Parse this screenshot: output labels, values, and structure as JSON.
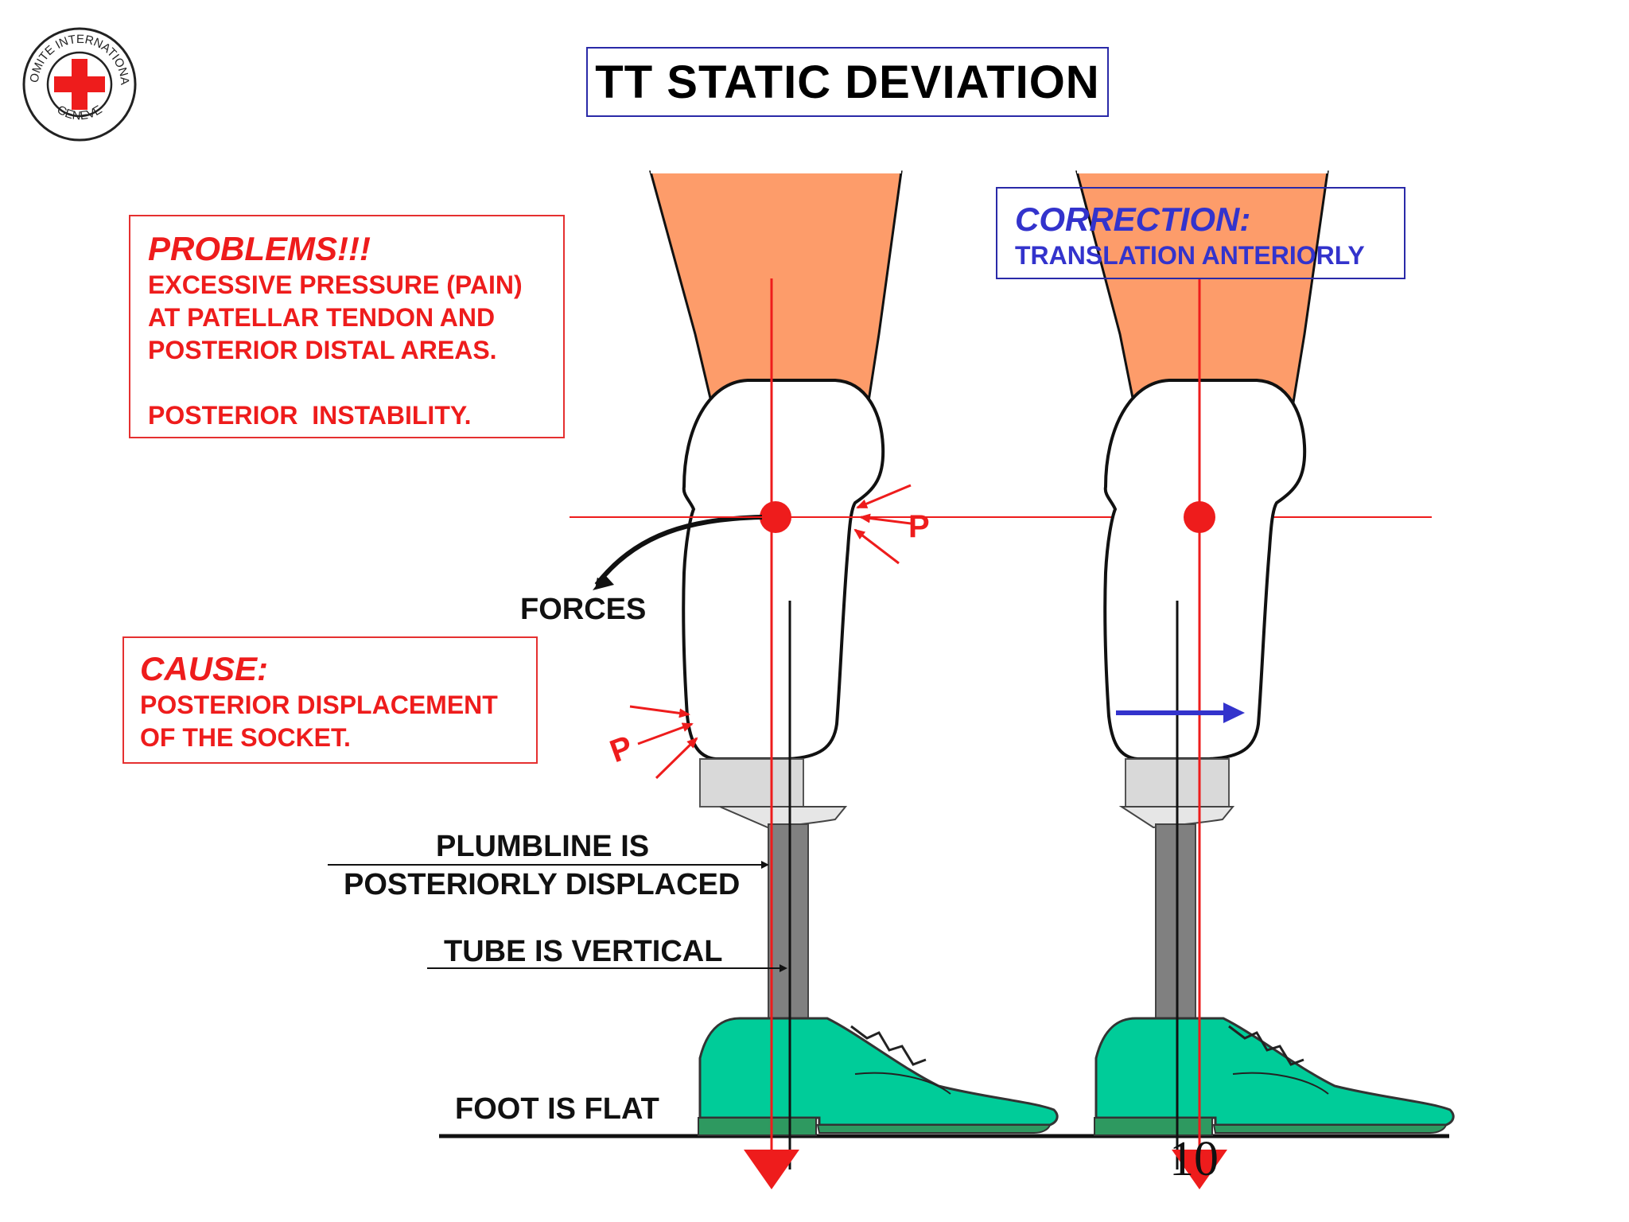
{
  "title": "TT STATIC DEVIATION",
  "logo": {
    "top_text": "COMITE INTERNATIONAL",
    "bottom_text": "GENEVE",
    "icon": "red-cross-icon",
    "color": "#ee1c1c"
  },
  "problems": {
    "heading": "PROBLEMS!!!",
    "lines": [
      "EXCESSIVE PRESSURE (PAIN)",
      "AT PATELLAR TENDON AND",
      "POSTERIOR DISTAL AREAS."
    ],
    "extra": "POSTERIOR  INSTABILITY."
  },
  "cause": {
    "heading": "CAUSE:",
    "lines": [
      "POSTERIOR DISPLACEMENT",
      "OF THE SOCKET."
    ]
  },
  "correction": {
    "heading": "CORRECTION:",
    "text": "TRANSLATION ANTERIORLY"
  },
  "labels": {
    "forces": "FORCES",
    "plumbline_1": "PLUMBLINE IS",
    "plumbline_2": "POSTERIORLY DISPLACED",
    "tube": "TUBE IS VERTICAL",
    "foot": "FOOT IS FLAT",
    "pressure_top": "P",
    "pressure_bottom": "P"
  },
  "page_number": "10",
  "colors": {
    "skin": "#fd9c6a",
    "shoe": "#00cc99",
    "sole": "#2e9960",
    "line_red": "#ee1c1c",
    "blue": "#3333cc",
    "pylon": "#808080",
    "adapter": "#d9d9d9"
  }
}
